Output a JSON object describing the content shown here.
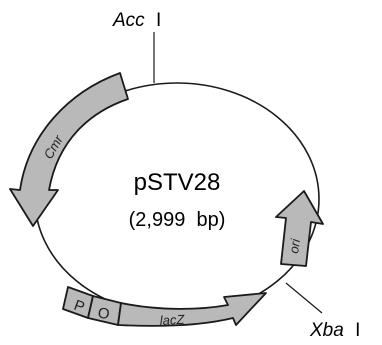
{
  "plasmid": {
    "name": "pSTV28",
    "size": "(2,999  bp)"
  },
  "restriction_sites": [
    {
      "id": "acc",
      "enzyme": "Acc",
      "numeral": "I"
    },
    {
      "id": "xba",
      "enzyme": "Xba",
      "numeral": "I"
    }
  ],
  "features": {
    "cmr": {
      "label": "Cmr",
      "superscript": "r"
    },
    "ori": {
      "label": "ori"
    },
    "lacz": {
      "label": "lacZ"
    },
    "promoter": {
      "label": "P"
    },
    "operator": {
      "label": "O"
    }
  }
}
